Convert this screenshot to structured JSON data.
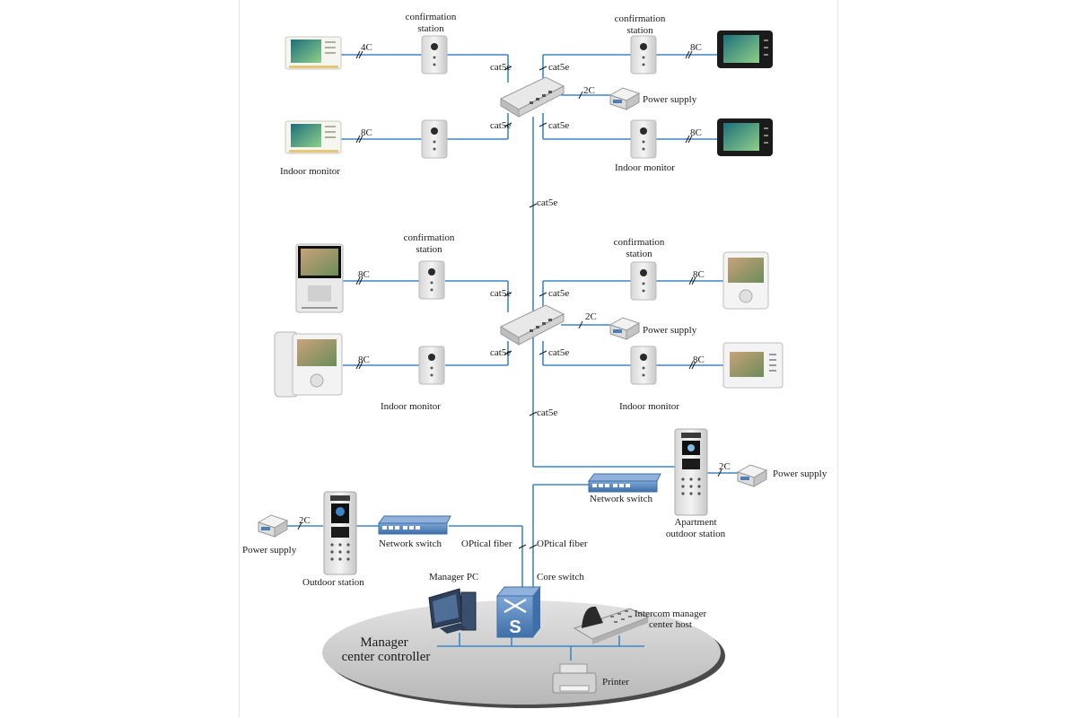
{
  "labels": {
    "confirmation_station": "confirmation",
    "station": "station",
    "indoor_monitor": "Indoor monitor",
    "power_supply": "Power supply",
    "network_switch": "Network switch",
    "optical_fiber": "OPtical fiber",
    "core_switch": "Core switch",
    "manager_pc": "Manager PC",
    "apartment_outdoor_station_1": "Apartment",
    "apartment_outdoor_station_2": "outdoor station",
    "outdoor_station": "Outdoor station",
    "intercom_host_1": "Intercom manager",
    "intercom_host_2": "center host",
    "manager_center_1": "Manager",
    "manager_center_2": "center controller",
    "printer": "Printer"
  },
  "cables": {
    "c4": "4C",
    "c8": "8C",
    "c2": "2C",
    "cat5e": "cat5e"
  },
  "colors": {
    "line": "#3d86c6",
    "platform": "#c9c9c9",
    "switch_blue": "#4d7fb6",
    "device_light": "#f1f1f1"
  }
}
